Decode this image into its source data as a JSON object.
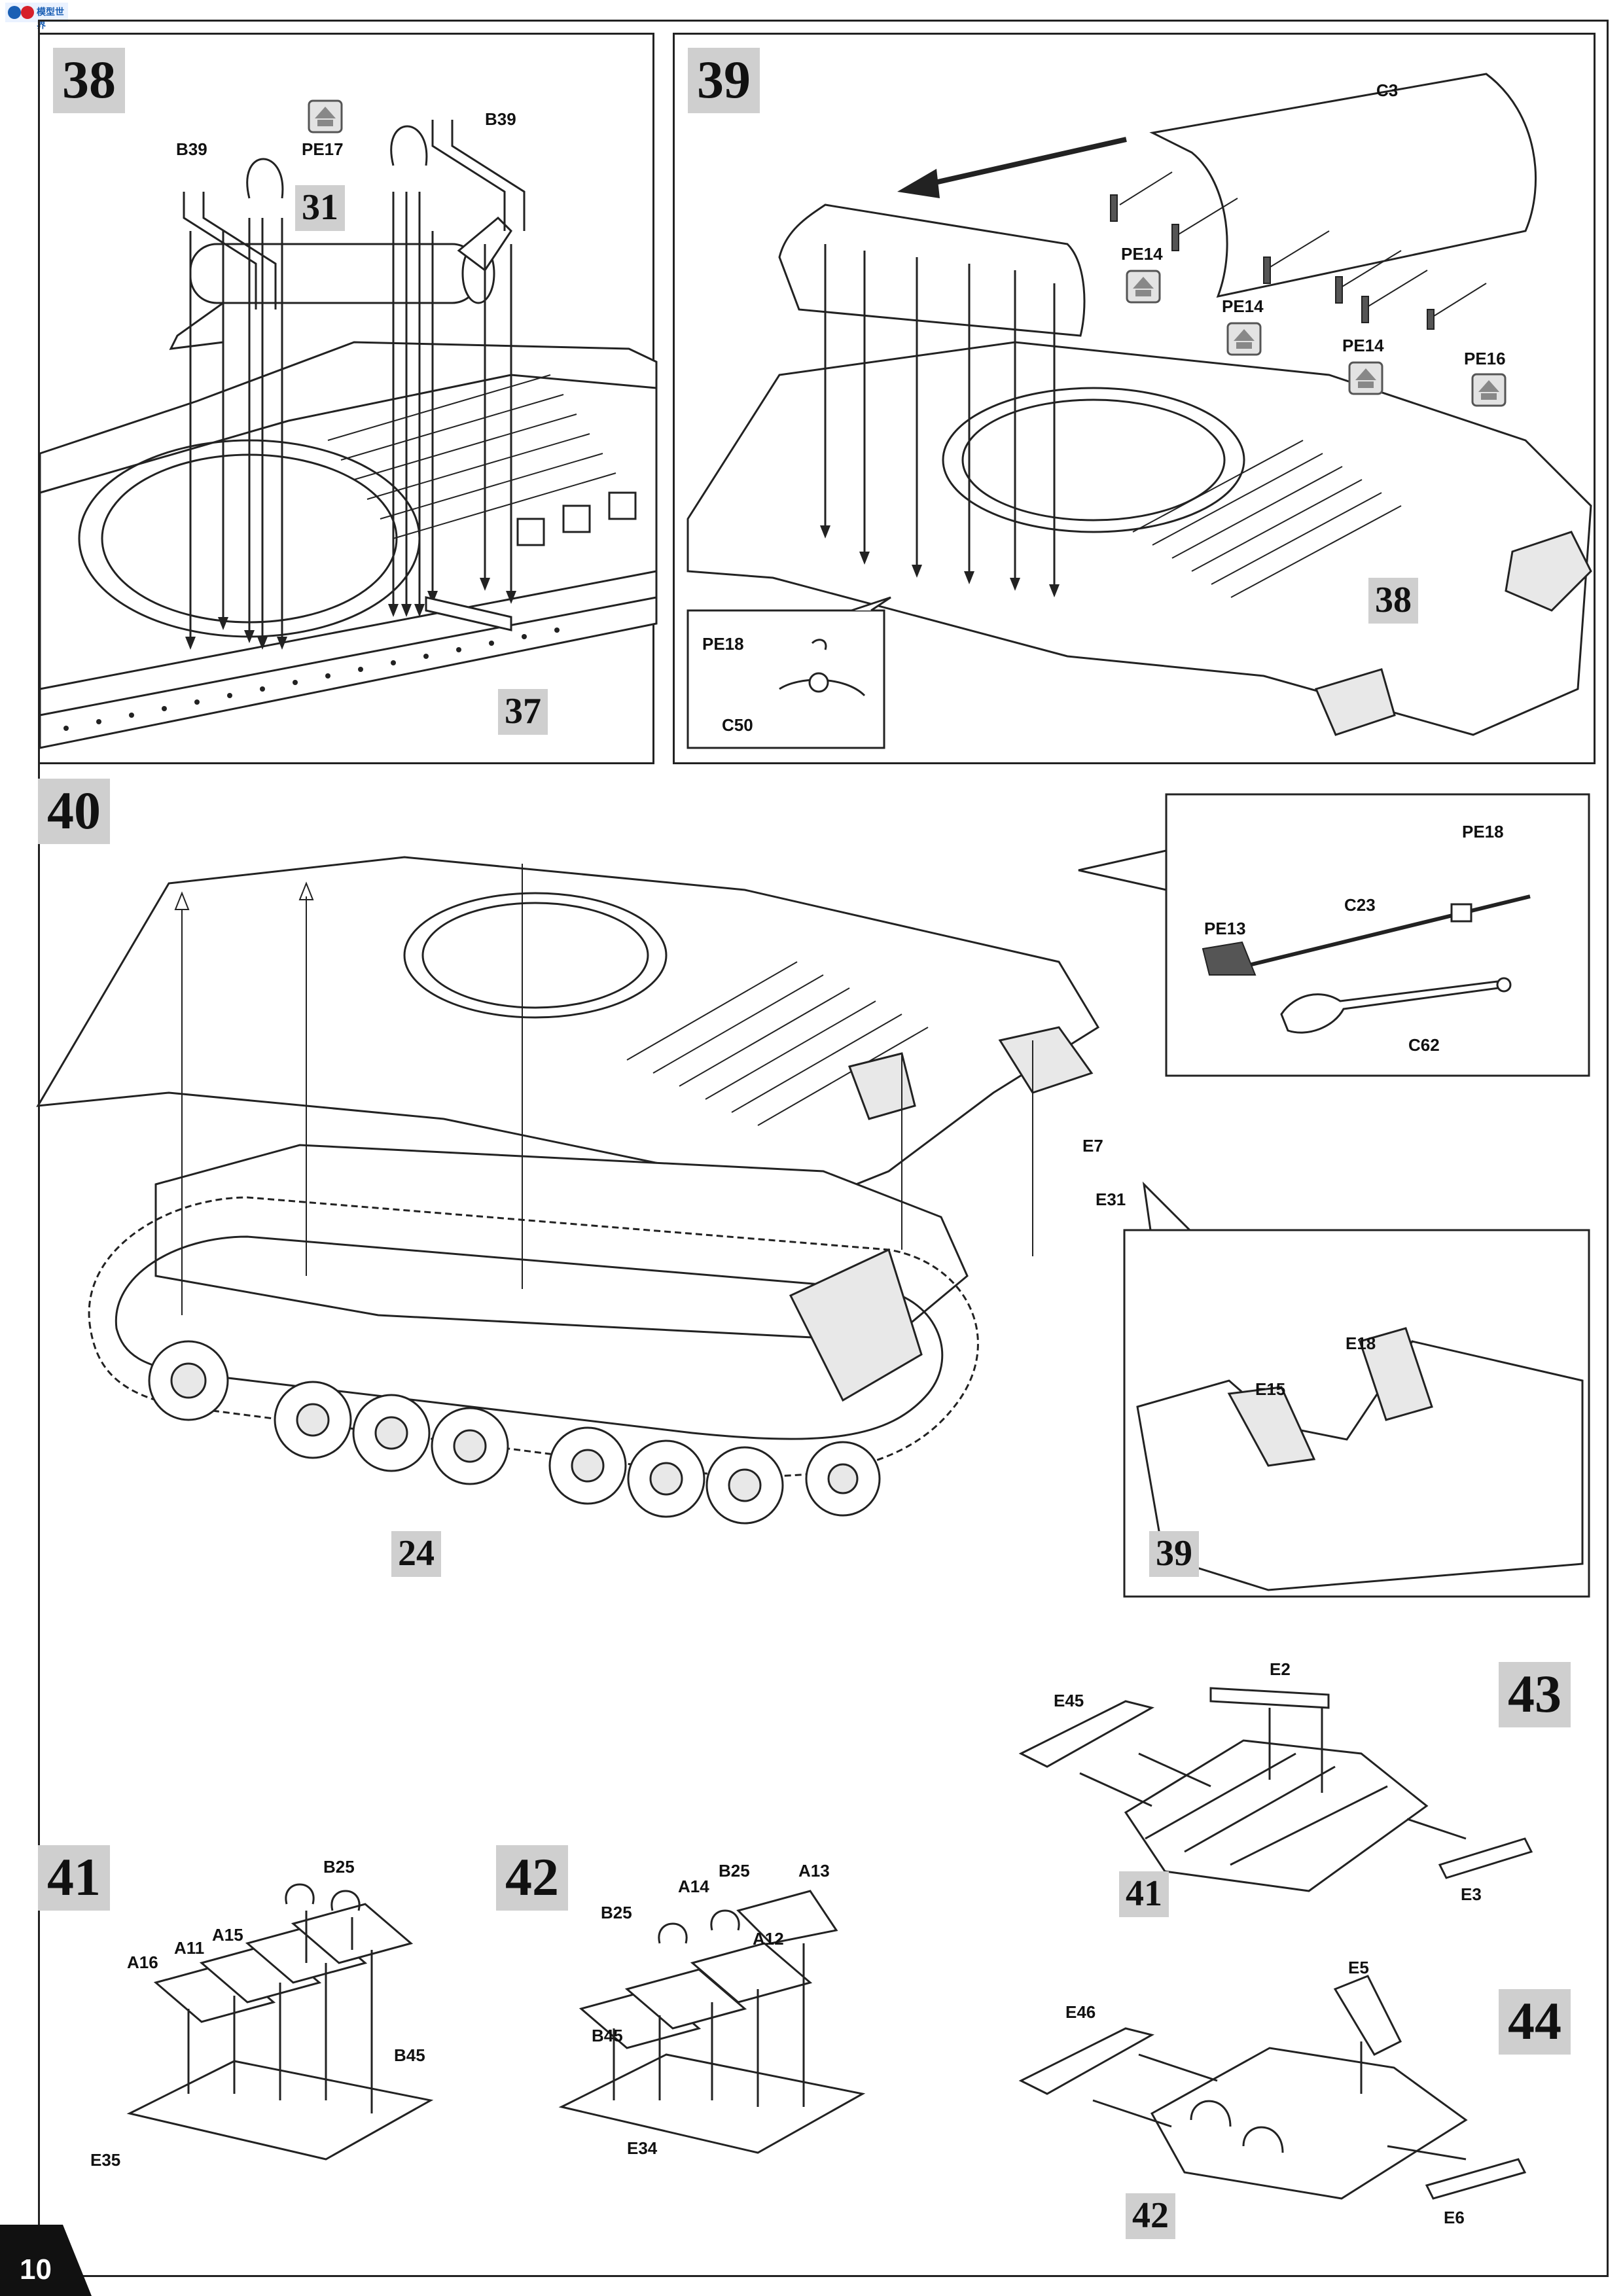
{
  "logo": {
    "text": "模型世界"
  },
  "page_number": "10",
  "icon_names": {
    "pe_part": "photo-etch-part-icon",
    "arrow": "assembly-arrow-icon"
  },
  "steps": {
    "s38": {
      "number": "38",
      "labels": {
        "b39_left": "B39",
        "b39_right": "B39",
        "pe17": "PE17",
        "part31": "31",
        "ref37": "37"
      }
    },
    "s39": {
      "number": "39",
      "labels": {
        "c3": "C3",
        "pe14_a": "PE14",
        "pe14_b": "PE14",
        "pe14_c": "PE14",
        "pe16": "PE16",
        "ref38": "38",
        "pe18": "PE18",
        "c50": "C50"
      }
    },
    "s40": {
      "number": "40",
      "labels": {
        "pe18": "PE18",
        "c23": "C23",
        "pe13": "PE13",
        "c62": "C62",
        "e7": "E7",
        "e31": "E31",
        "e18": "E18",
        "e15": "E15",
        "ref39": "39",
        "ref24": "24"
      }
    },
    "s41": {
      "number": "41",
      "labels": {
        "b25": "B25",
        "a16": "A16",
        "a11": "A11",
        "a15": "A15",
        "b45": "B45",
        "e35": "E35"
      }
    },
    "s42": {
      "number": "42",
      "labels": {
        "b25_left": "B25",
        "a14": "A14",
        "b25_right": "B25",
        "a13": "A13",
        "a12": "A12",
        "b45": "B45",
        "e34": "E34"
      }
    },
    "s43": {
      "number": "43",
      "labels": {
        "e45": "E45",
        "e2": "E2",
        "ref41": "41",
        "e3": "E3"
      }
    },
    "s44": {
      "number": "44",
      "labels": {
        "e46": "E46",
        "e5": "E5",
        "ref42": "42",
        "e6": "E6"
      }
    }
  }
}
